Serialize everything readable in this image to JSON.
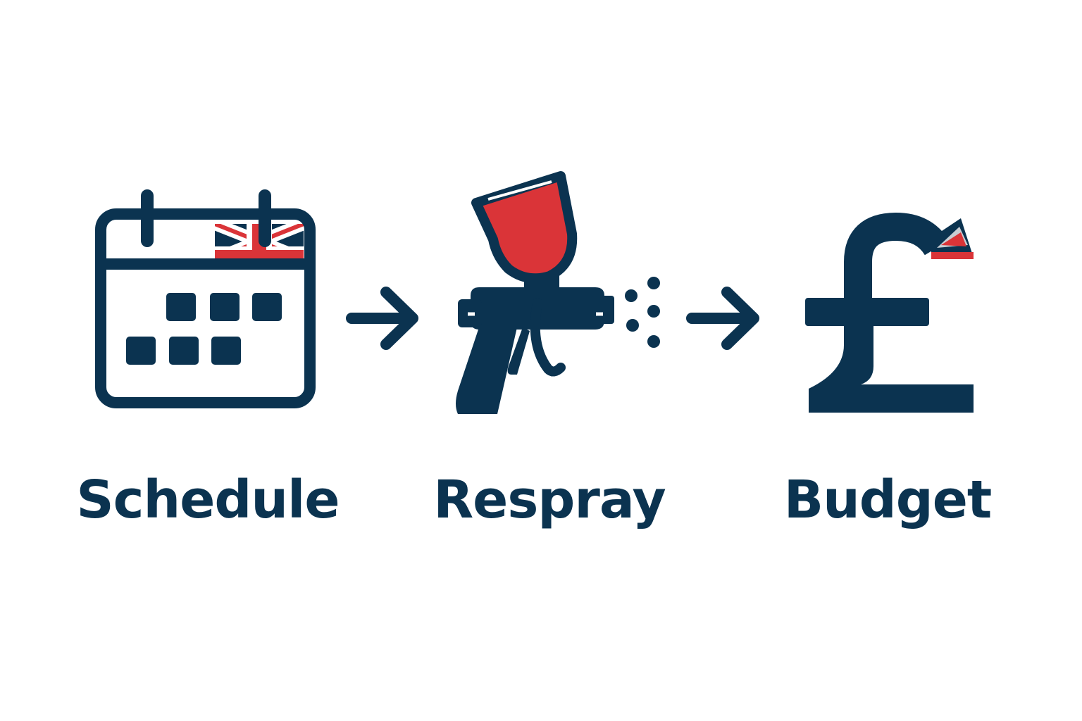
{
  "colors": {
    "navy": "#0B3350",
    "red": "#DA3438",
    "white": "#FFFFFF",
    "grey": "#C8CDD3"
  },
  "steps": [
    {
      "label": "Schedule",
      "icon": "calendar-icon"
    },
    {
      "label": "Respray",
      "icon": "spray-gun-icon"
    },
    {
      "label": "Budget",
      "icon": "pound-sign-icon"
    }
  ],
  "connectors": [
    "arrow-right-icon",
    "arrow-right-icon"
  ]
}
